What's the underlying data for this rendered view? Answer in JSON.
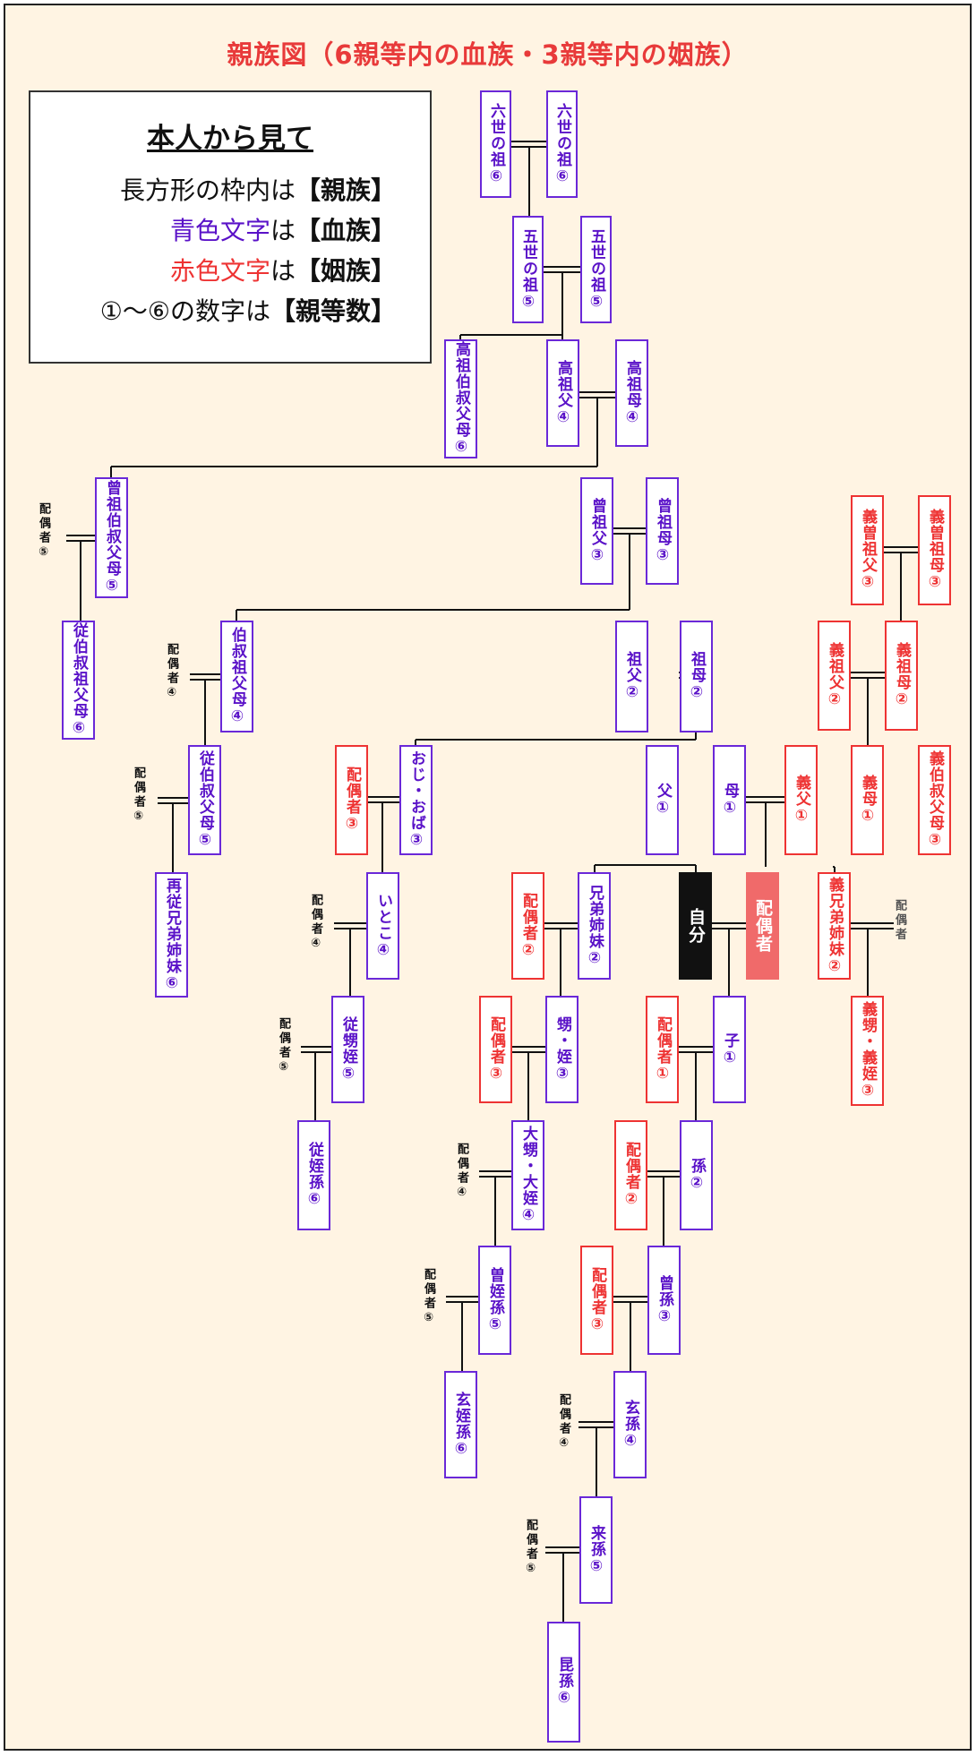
{
  "title": "親族図（6親等内の血族・3親等内の姻族）",
  "legend": {
    "heading": "本人から見て",
    "line1_text": "長方形の枠内は",
    "line1_bracket": "【親族】",
    "line2_colored": "青色文字",
    "line2_text": "は",
    "line2_bracket": "【血族】",
    "line3_colored": "赤色文字",
    "line3_text": "は",
    "line3_bracket": "【姻族】",
    "line4_text": "①～⑥の数字は",
    "line4_bracket": "【親等数】"
  },
  "colors": {
    "background": "#fff4e3",
    "blood": "#5a12c8",
    "inlaw": "#ee3333",
    "self": "#111111",
    "self_spouse": "#f06a6a"
  },
  "boxes": {
    "rokusei_left": "六世の祖⑥",
    "rokusei_right": "六世の祖⑥",
    "gosei_left": "五世の祖⑤",
    "gosei_right": "五世の祖⑤",
    "koso_ojioba": "高祖伯叔父母⑥",
    "koso_fu": "高祖父④",
    "koso_bo": "高祖母④",
    "soso_ojioba": "曾祖伯叔父母⑤",
    "soso_fu": "曾祖父③",
    "soso_bo": "曾祖母③",
    "ju_ojioba_sofu": "従伯叔祖父母⑥",
    "oji_soba": "伯叔祖父母④",
    "so_fu": "祖父②",
    "so_bo": "祖母②",
    "ju_ojioba": "従伯叔父母⑤",
    "sai_ju_kyodai": "再従兄弟姉妹⑥",
    "spouse_oji": "配偶者③",
    "ojioba": "おじ・おば③",
    "chichi": "父①",
    "haha": "母①",
    "itoko": "いとこ④",
    "spouse_kyodai": "配偶者②",
    "kyodai": "兄弟姉妹②",
    "jibun": "自分",
    "haigusha": "配偶者",
    "ju_oi": "従甥姪⑤",
    "ju_tetsuson": "従姪孫⑥",
    "spouse_oi": "配偶者③",
    "oi_mei": "甥・姪③",
    "spouse_ko": "配偶者①",
    "ko": "子①",
    "dai_oi": "大甥・大姪④",
    "spouse_mago": "配偶者②",
    "mago": "孫②",
    "so_tetsuson": "曽姪孫⑤",
    "spouse_himago": "配偶者③",
    "himago": "曾孫③",
    "gen_tetsuson": "玄姪孫⑥",
    "genson": "玄孫④",
    "raison": "来孫⑤",
    "konson": "昆孫⑥",
    "gi_sosofu": "義曽祖父③",
    "gi_sosobo": "義曽祖母③",
    "gi_sofu": "義祖父②",
    "gi_sobo": "義祖母②",
    "gi_fu": "義父①",
    "gi_bo": "義母①",
    "gi_ojioba": "義伯叔父母③",
    "gi_kyodai": "義兄弟姉妹②",
    "gi_oimei": "義甥・義姪③"
  },
  "spouse_labels": {
    "sp_soso_ojioba": "配偶者⑤",
    "sp_oji_soba": "配偶者④",
    "sp_ju_ojioba": "配偶者⑤",
    "sp_itoko": "配偶者④",
    "sp_ju_oi": "配偶者⑤",
    "sp_dai_oi": "配偶者④",
    "sp_so_tetsuson": "配偶者⑤",
    "sp_genson": "配偶者④",
    "sp_raison": "配偶者⑤",
    "sp_gi_kyodai": "配偶者"
  }
}
